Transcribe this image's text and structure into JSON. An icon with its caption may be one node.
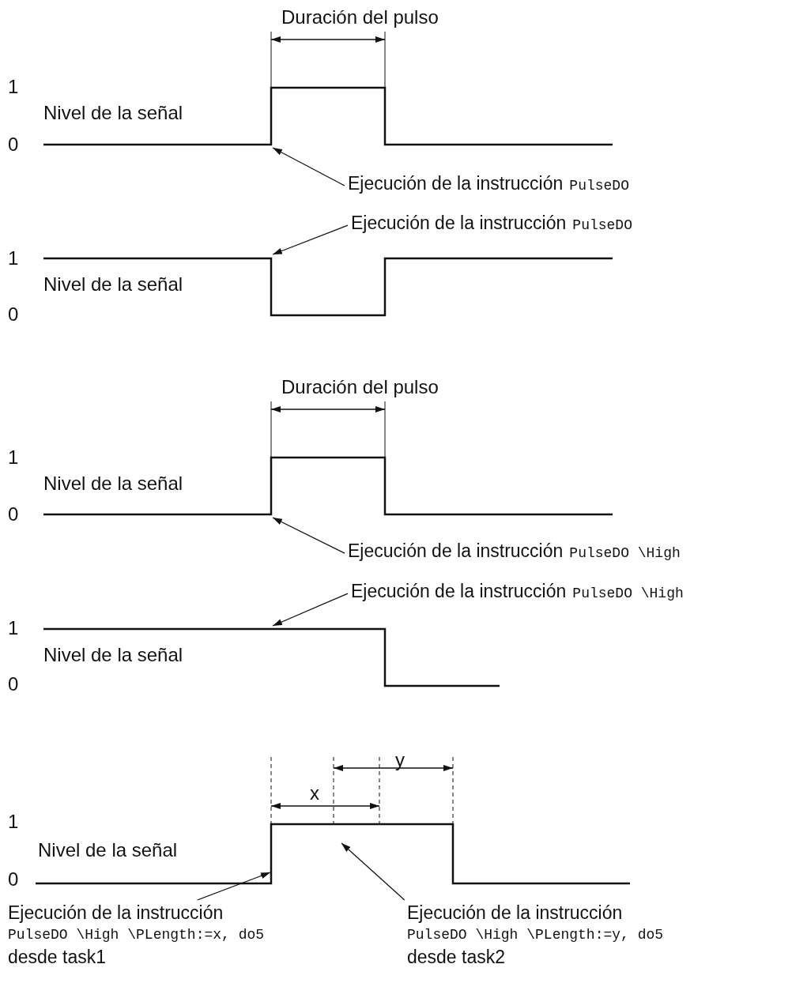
{
  "diagram": {
    "nodes": [
      {
        "text": [
          "Ejecución de la instrucción",
          "PulseDO"
        ]
      },
      {
        "text": [
          "Ejecución de la instrucción",
          "PulseDO"
        ]
      },
      {
        "text": [
          "Ejecución de la instrucción",
          "PulseDO \\High"
        ]
      },
      {
        "text": [
          "Ejecución de la instrucción",
          "PulseDO \\High"
        ]
      },
      {
        "text": [
          "Ejecución de la instrucción",
          "PulseDO \\High \\PLength:=x, do5",
          "desde task1"
        ]
      },
      {
        "text": [
          "Ejecución de la instrucción",
          "PulseDO \\High \\PLength:=y, do5",
          "desde task2"
        ]
      }
    ],
    "edges": [
      {
        "from": 0,
        "to": null,
        "arrow": "to"
      },
      {
        "from": 1,
        "to": null,
        "arrow": "to"
      },
      {
        "from": 2,
        "to": null,
        "arrow": "to"
      },
      {
        "from": 3,
        "to": null,
        "arrow": "to"
      },
      {
        "from": 4,
        "to": null,
        "arrow": "to"
      },
      {
        "from": 5,
        "to": null,
        "arrow": "to"
      }
    ],
    "labels": [
      "Duración del pulso",
      "1",
      "Nivel de la señal",
      "0",
      "1",
      "Nivel de la señal",
      "0",
      "Duración del pulso",
      "1",
      "Nivel de la señal",
      "0",
      "1",
      "Nivel de la señal",
      "0",
      "y",
      "x",
      "1",
      "Nivel de la señal",
      "0"
    ]
  }
}
